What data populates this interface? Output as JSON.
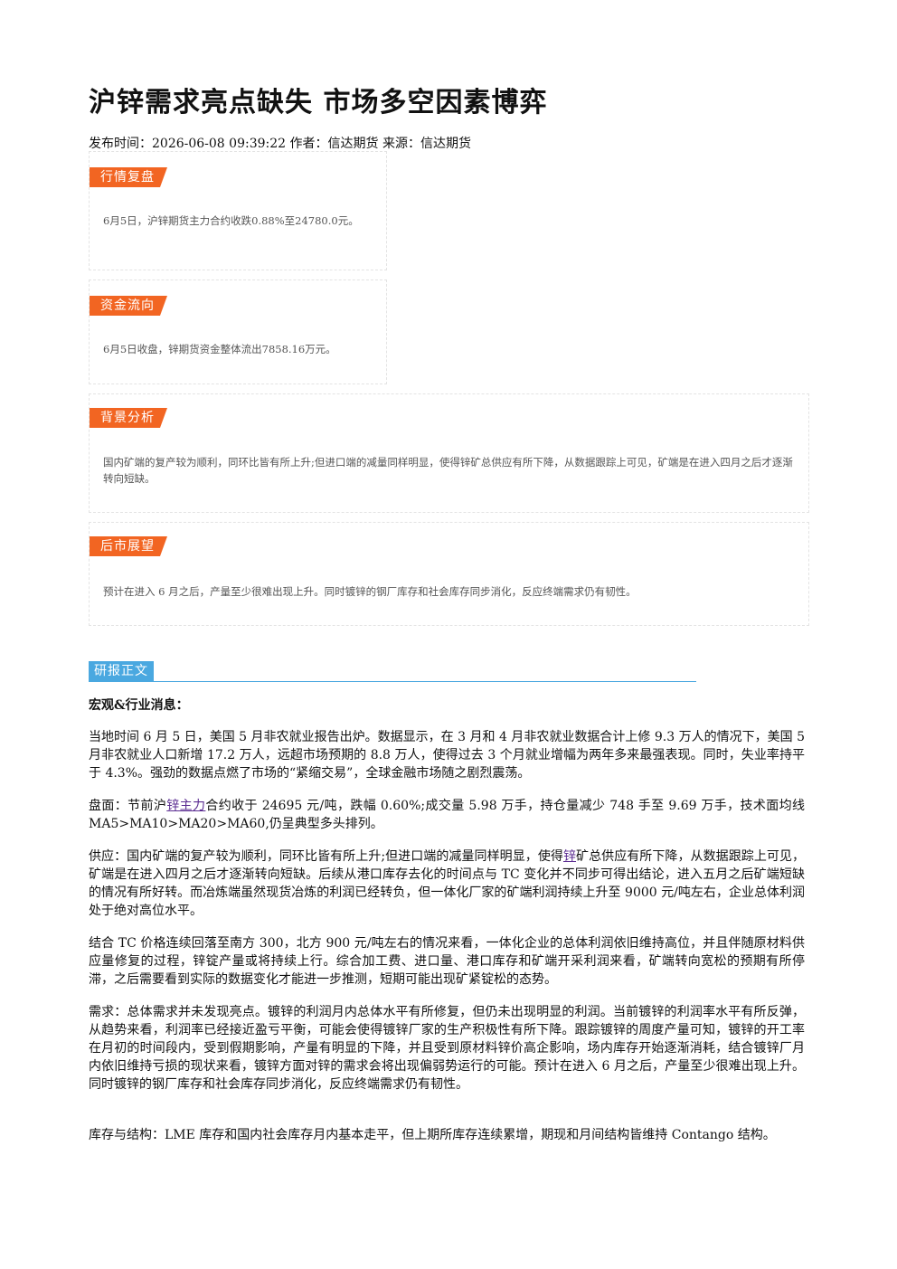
{
  "article": {
    "title": "沪锌需求亮点缺失 市场多空因素博弈",
    "meta": "发布时间：2026-06-08 09:39:22 作者：信达期货 来源：信达期货"
  },
  "cards": {
    "market_review": {
      "tag": "行情复盘",
      "text": "6月5日，沪锌期货主力合约收跌0.88%至24780.0元。"
    },
    "fund_flow": {
      "tag": "资金流向",
      "text": "6月5日收盘，锌期货资金整体流出7858.16万元。"
    },
    "background": {
      "tag": "背景分析",
      "text": "国内矿端的复产较为顺利，同环比皆有所上升;但进口端的减量同样明显，使得锌矿总供应有所下降，从数据跟踪上可见，矿端是在进入四月之后才逐渐转向短缺。"
    },
    "outlook": {
      "tag": "后市展望",
      "text": "预计在进入 6 月之后，产量至少很难出现上升。同时镀锌的钢厂库存和社会库存同步消化，反应终端需求仍有韧性。"
    }
  },
  "report": {
    "section_tag": "研报正文",
    "subheading": "宏观&行业消息：",
    "p1": "当地时间 6 月 5 日，美国 5 月非农就业报告出炉。数据显示，在 3 月和 4 月非农就业数据合计上修 9.3 万人的情况下，美国 5 月非农就业人口新增 17.2 万人，远超市场预期的 8.8 万人，使得过去 3 个月就业增幅为两年多来最强表现。同时，失业率持平于 4.3%。强劲的数据点燃了市场的“紧缩交易”，全球金融市场随之剧烈震荡。",
    "p2_pre": "盘面：节前沪",
    "p2_link": "锌主力",
    "p2_post": "合约收于 24695 元/吨，跌幅 0.60%;成交量 5.98 万手，持仓量减少 748 手至 9.69 万手，技术面均线 MA5>MA10>MA20>MA60,仍呈典型多头排列。",
    "p3_pre": "供应：国内矿端的复产较为顺利，同环比皆有所上升;但进口端的减量同样明显，使得",
    "p3_link": "锌",
    "p3_post": "矿总供应有所下降，从数据跟踪上可见，矿端是在进入四月之后才逐渐转向短缺。后续从港口库存去化的时间点与 TC 变化并不同步可得出结论，进入五月之后矿端短缺的情况有所好转。而冶炼端虽然现货冶炼的利润已经转负，但一体化厂家的矿端利润持续上升至 9000 元/吨左右，企业总体利润处于绝对高位水平。",
    "p4": "结合 TC 价格连续回落至南方 300，北方 900 元/吨左右的情况来看，一体化企业的总体利润依旧维持高位，并且伴随原材料供应量修复的过程，锌锭产量或将持续上行。综合加工费、进口量、港口库存和矿端开采利润来看，矿端转向宽松的预期有所停滞，之后需要看到实际的数据变化才能进一步推测，短期可能出现矿紧锭松的态势。",
    "p5": "需求：总体需求并未发现亮点。镀锌的利润月内总体水平有所修复，但仍未出现明显的利润。当前镀锌的利润率水平有所反弹，从趋势来看，利润率已经接近盈亏平衡，可能会使得镀锌厂家的生产积极性有所下降。跟踪镀锌的周度产量可知，镀锌的开工率在月初的时间段内，受到假期影响，产量有明显的下降，并且受到原材料锌价高企影响，场内库存开始逐渐消耗，结合镀锌厂月内依旧维持亏损的现状来看，镀锌方面对锌的需求会将出现偏弱势运行的可能。预计在进入 6 月之后，产量至少很难出现上升。同时镀锌的钢厂库存和社会库存同步消化，反应终端需求仍有韧性。",
    "p6": "库存与结构：LME 库存和国内社会库存月内基本走平，但上期所库存连续累增，期现和月间结构皆维持 Contango 结构。"
  }
}
